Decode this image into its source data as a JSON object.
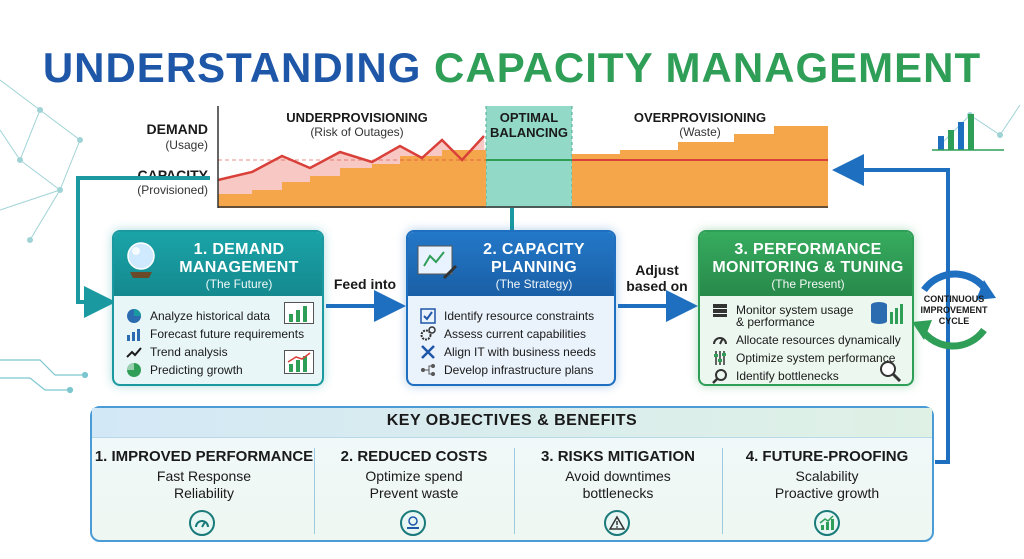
{
  "title": {
    "part1": "UNDERSTANDING",
    "part2": "CAPACITY MANAGEMENT"
  },
  "chart": {
    "demand_label": "DEMAND",
    "demand_sub": "(Usage)",
    "capacity_label": "CAPACITY",
    "capacity_sub": "(Provisioned)",
    "zones": [
      {
        "title": "UNDERPROVISIONING",
        "sub": "(Risk of Outages)"
      },
      {
        "title": "OPTIMAL",
        "title2": "BALANCING"
      },
      {
        "title": "OVERPROVISIONING",
        "sub": "(Waste)"
      }
    ]
  },
  "cards": [
    {
      "title1": "1. DEMAND",
      "title2": "MANAGEMENT",
      "sub": "(The Future)",
      "items": [
        "Analyze historical data",
        "Forecast future requirements",
        "Trend analysis",
        "Predicting growth"
      ]
    },
    {
      "title1": "2. CAPACITY",
      "title2": "PLANNING",
      "sub": "(The Strategy)",
      "items": [
        "Identify resource constraints",
        "Assess current capabilities",
        "Align IT with business needs",
        "Develop infrastructure plans"
      ]
    },
    {
      "title1": "3. PERFORMANCE",
      "title2": "MONITORING & TUNING",
      "sub": "(The Present)",
      "items": [
        "Monitor system usage",
        "& performance",
        "Allocate resources dynamically",
        "Optimize system performance",
        "Identify bottlenecks"
      ]
    }
  ],
  "arrows": {
    "feed": "Feed into",
    "adjust1": "Adjust",
    "adjust2": "based on"
  },
  "cycle": {
    "l1": "CONTINUOUS",
    "l2": "IMPROVEMENT",
    "l3": "CYCLE"
  },
  "objectives": {
    "title": "KEY OBJECTIVES & BENEFITS",
    "items": [
      {
        "title": "1. IMPROVED PERFORMANCE",
        "l1": "Fast Response",
        "l2": "Reliability"
      },
      {
        "title": "2. REDUCED COSTS",
        "l1": "Optimize spend",
        "l2": "Prevent waste"
      },
      {
        "title": "3. RISKS MITIGATION",
        "l1": "Avoid downtimes",
        "l2": "bottlenecks"
      },
      {
        "title": "4. FUTURE-PROOFING",
        "l1": "Scalability",
        "l2": "Proactive growth"
      }
    ]
  },
  "colors": {
    "blue": "#1e56a8",
    "green": "#2f9e57",
    "teal": "#1a9aa0",
    "orange": "#f5a54a",
    "red": "#d9403a"
  }
}
